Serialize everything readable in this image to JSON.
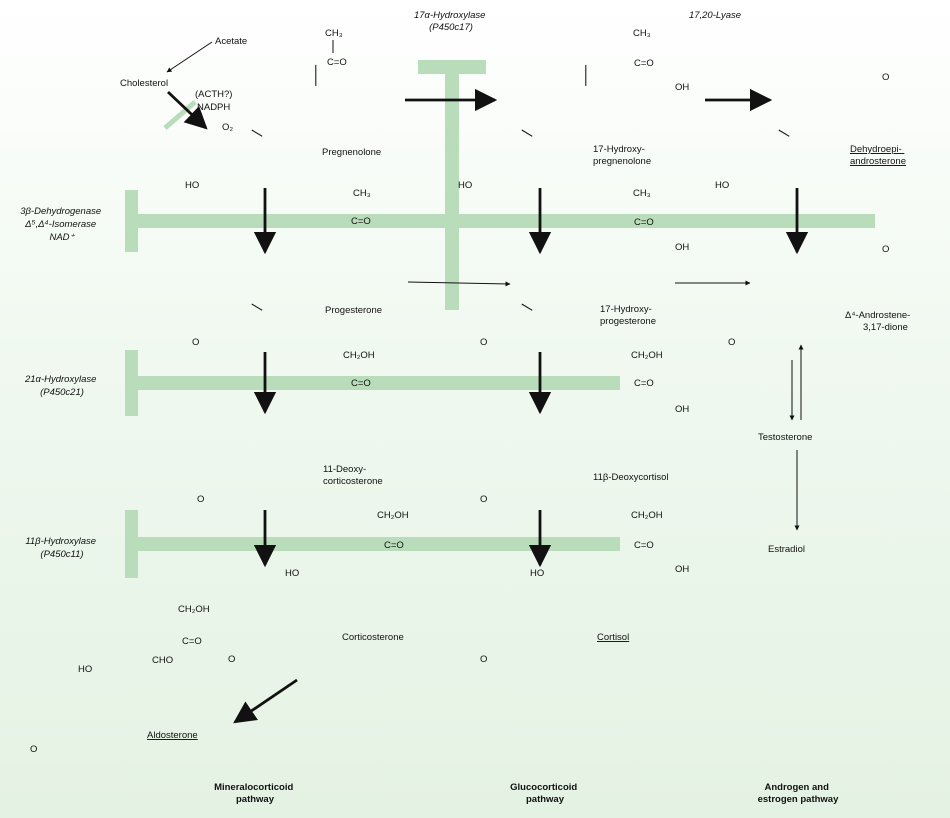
{
  "enzymes": {
    "cyp17_hydroxylase": [
      "17α-Hydroxylase",
      "(P450c17)"
    ],
    "lyase": "17,20-Lyase",
    "hsd3b": [
      "3β-Dehydrogenase",
      "Δ⁵,Δ⁴-Isomerase",
      "NAD⁺"
    ],
    "cyp21": [
      "21α-Hydroxylase",
      "(P450c21)"
    ],
    "cyp11b": [
      "11β-Hydroxylase",
      "(P450c11)"
    ]
  },
  "cofactors": {
    "acetate": "Acetate",
    "cholesterol": "Cholesterol",
    "acth": "(ACTH?)",
    "nadph": "NADPH",
    "o2": "O₂"
  },
  "compounds": {
    "pregnenolone": [
      "Pregnenolone"
    ],
    "hydroxypregnenolone": [
      "17-Hydroxy-",
      "pregnenolone"
    ],
    "dhea": [
      "Dehydroepi-",
      "androsterone"
    ],
    "progesterone": [
      "Progesterone"
    ],
    "hydroxyprogesterone": [
      "17-Hydroxy-",
      "progesterone"
    ],
    "androstenedione": [
      "Δ⁴-Androstene-",
      "3,17-dione"
    ],
    "deoxycorticosterone": [
      "11-Deoxy-",
      "corticosterone"
    ],
    "deoxycortisol": [
      "11β-Deoxycortisol"
    ],
    "corticosterone": [
      "Corticosterone"
    ],
    "cortisol": [
      "Cortisol"
    ],
    "aldosterone": [
      "Aldosterone"
    ],
    "testosterone": "Testosterone",
    "estradiol": "Estradiol"
  },
  "groups": {
    "ch3": "CH₃",
    "ch2oh": "CH₂OH",
    "ketone": "C=O",
    "oh": "OH",
    "ho": "HO",
    "o": "O",
    "cho": "CHO"
  },
  "pathways": {
    "mineralocorticoid": [
      "Mineralocorticoid",
      "pathway"
    ],
    "glucocorticoid": [
      "Glucocorticoid",
      "pathway"
    ],
    "androgen": [
      "Androgen and",
      "estrogen pathway"
    ]
  },
  "colors": {
    "inhibitor_bar": "#b9dcba",
    "structure": "#111111"
  }
}
